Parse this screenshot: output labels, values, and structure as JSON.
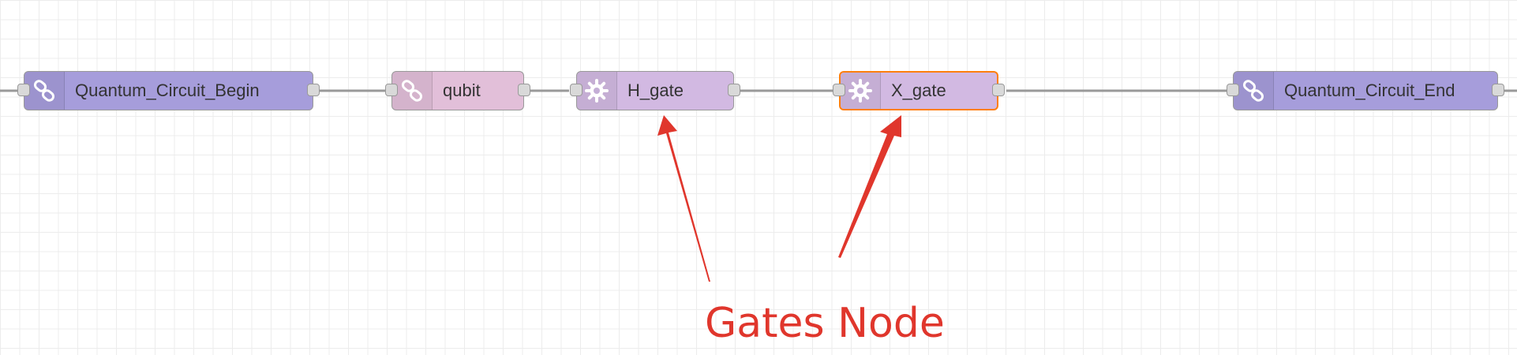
{
  "flow": {
    "nodes": [
      {
        "id": "n1",
        "label": "Quantum_Circuit_Begin",
        "icon": "link-icon",
        "color": "#a69ddb"
      },
      {
        "id": "n2",
        "label": "qubit",
        "icon": "link-icon",
        "color": "#e2bfd9"
      },
      {
        "id": "n3",
        "label": "H_gate",
        "icon": "gear-icon",
        "color": "#d2b9e2"
      },
      {
        "id": "n4",
        "label": "X_gate",
        "icon": "gear-icon",
        "color": "#d2b9e2",
        "selected": true
      },
      {
        "id": "n5",
        "label": "Quantum_Circuit_End",
        "icon": "link-icon",
        "color": "#a69ddb"
      }
    ],
    "selection_color": "#ff7f0e",
    "wire_color": "#999999"
  },
  "annotation": {
    "text": "Gates Node",
    "color": "#e0362c"
  }
}
